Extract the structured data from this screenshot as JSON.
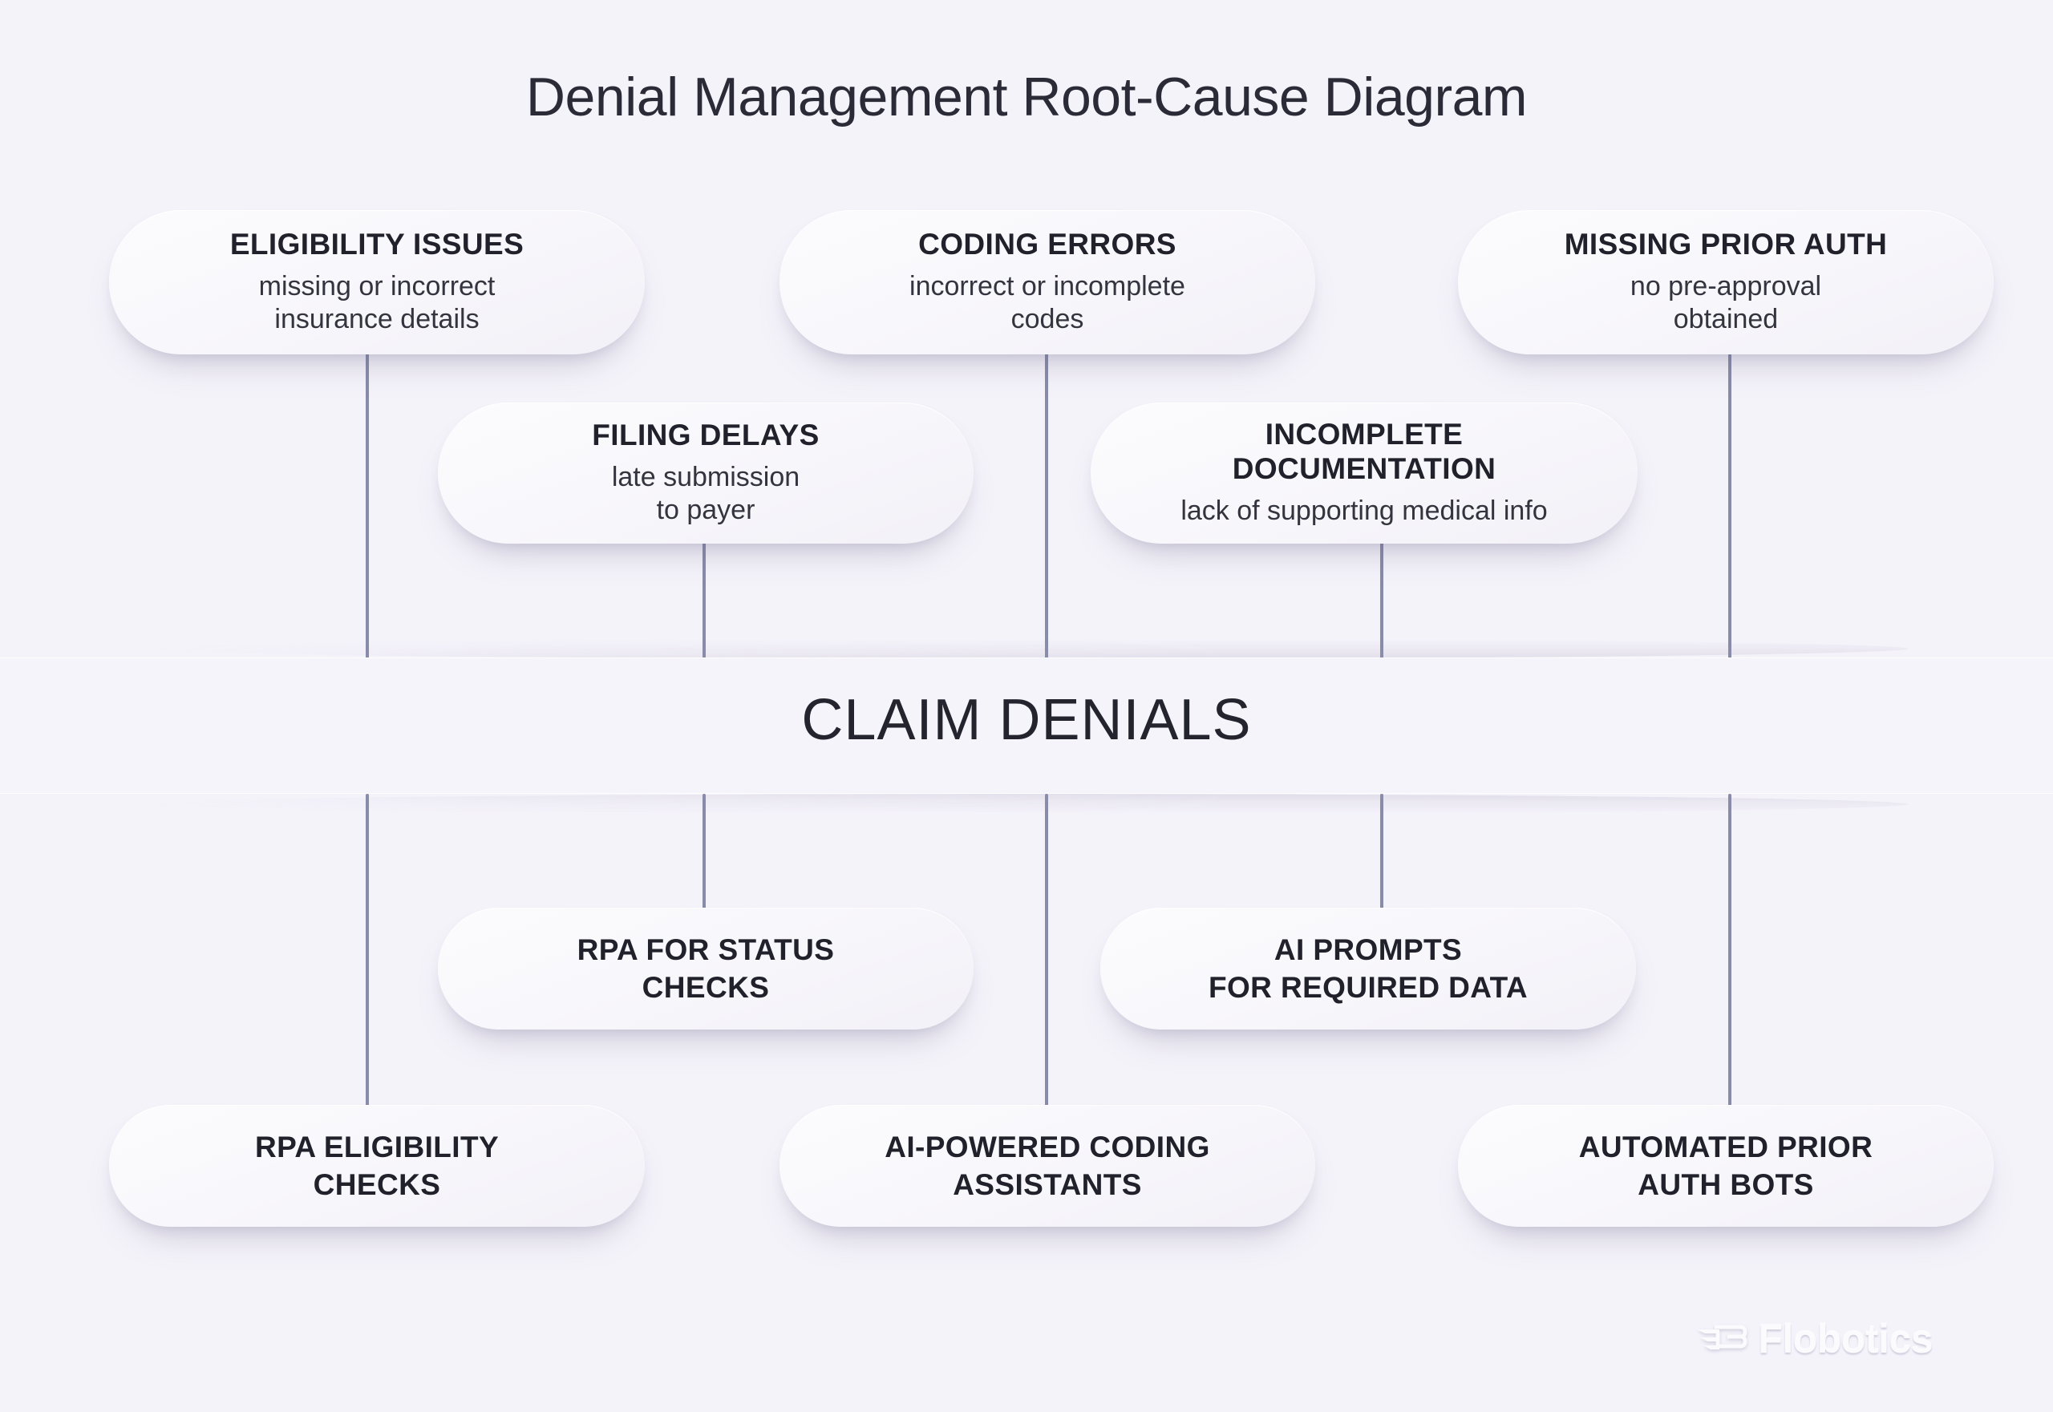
{
  "title": "Denial Management Root-Cause Diagram",
  "spine": {
    "label": "CLAIM DENIALS"
  },
  "causes": [
    {
      "title": "ELIGIBILITY ISSUES",
      "subtitle": "missing or incorrect\ninsurance details"
    },
    {
      "title": "FILING DELAYS",
      "subtitle": "late submission\nto payer"
    },
    {
      "title": "CODING ERRORS",
      "subtitle": "incorrect or incomplete\ncodes"
    },
    {
      "title": "INCOMPLETE\nDOCUMENTATION",
      "subtitle": "lack of supporting medical info"
    },
    {
      "title": "MISSING PRIOR AUTH",
      "subtitle": "no pre-approval\nobtained"
    }
  ],
  "solutions": [
    {
      "title": "RPA ELIGIBILITY\nCHECKS"
    },
    {
      "title": "RPA FOR STATUS\nCHECKS"
    },
    {
      "title": "AI-POWERED CODING\nASSISTANTS"
    },
    {
      "title": "AI PROMPTS\nFOR REQUIRED DATA"
    },
    {
      "title": "AUTOMATED PRIOR\nAUTH BOTS"
    }
  ],
  "logo": {
    "wordmark": "Flobotics",
    "mark_name": "flobotics-winged-b-mark"
  },
  "colors": {
    "background": "#f5f3fa",
    "card_surface": "#f8f7fc",
    "connector": "#888ca8",
    "text_primary": "#21212c",
    "text_secondary": "#34343f"
  }
}
